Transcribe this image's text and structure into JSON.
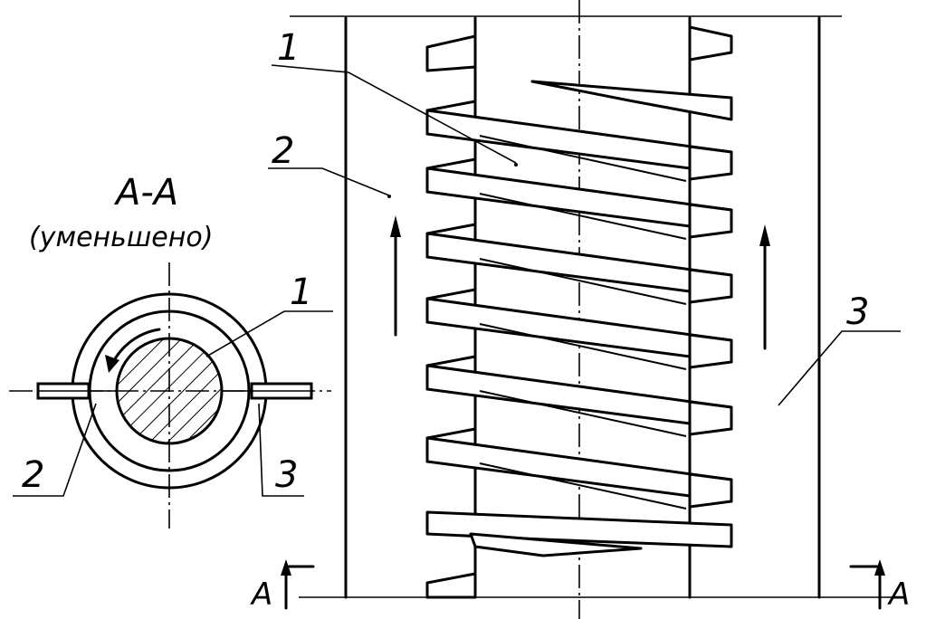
{
  "section": {
    "title": "A-A",
    "subtitle": "(уменьшено)",
    "marker": "A"
  },
  "labels": {
    "one": "1",
    "two": "2",
    "three": "3"
  },
  "colors": {
    "ink": "#000000",
    "paper": "#ffffff",
    "hatch": "#000000"
  }
}
